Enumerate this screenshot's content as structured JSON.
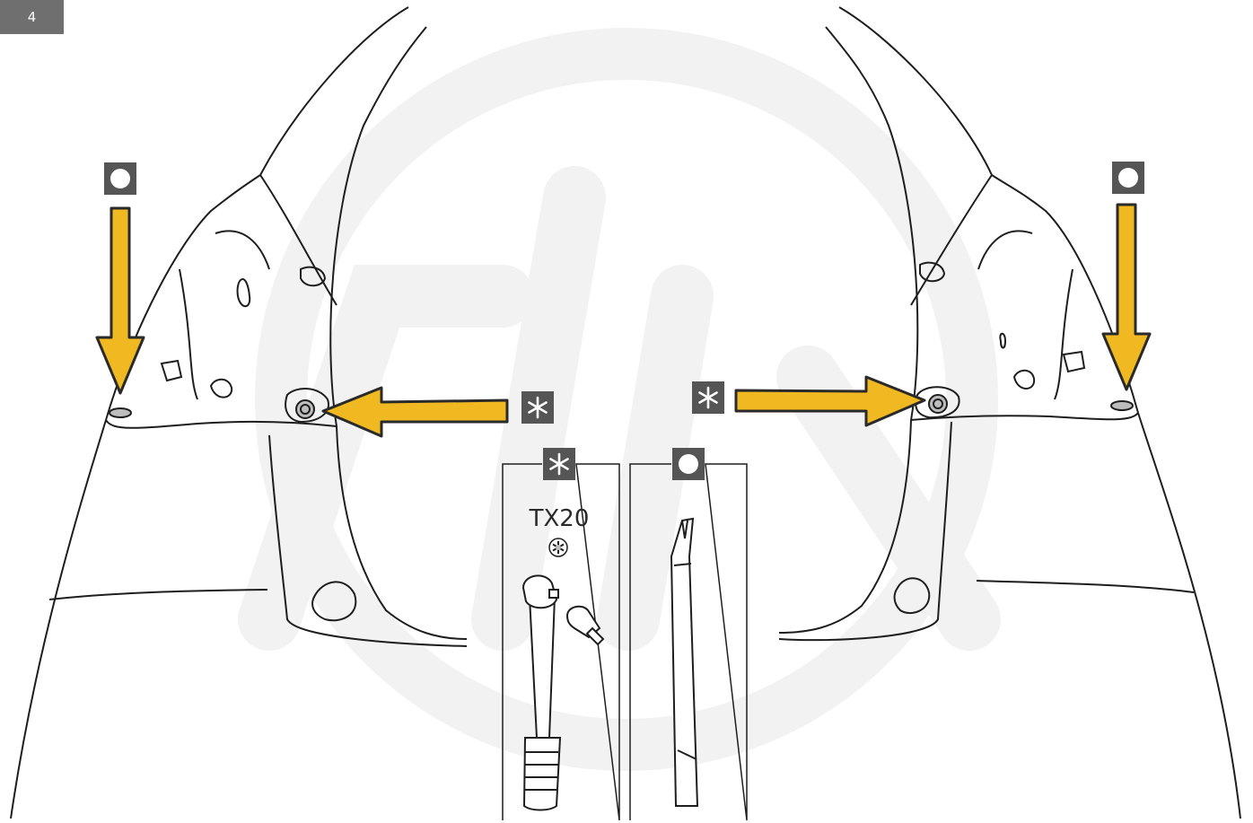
{
  "step_number": "4",
  "colors": {
    "arrow_fill": "#f0b821",
    "arrow_outline": "#2a2a2a",
    "marker_box": "#555555",
    "step_badge": "#6f6f6f",
    "watermark": "#f1f1f1",
    "line": "#1e1e1e"
  },
  "markers": {
    "circle_marker_name": "circle-clip-marker",
    "star_marker_name": "asterisk-screw-marker"
  },
  "tools": {
    "torx": {
      "size_label": "TX20",
      "icons": [
        "torx-bit-icon",
        "ratchet-icon",
        "socket-bit-icon"
      ]
    },
    "trim": {
      "icons": [
        "trim-removal-tool-icon"
      ]
    }
  }
}
